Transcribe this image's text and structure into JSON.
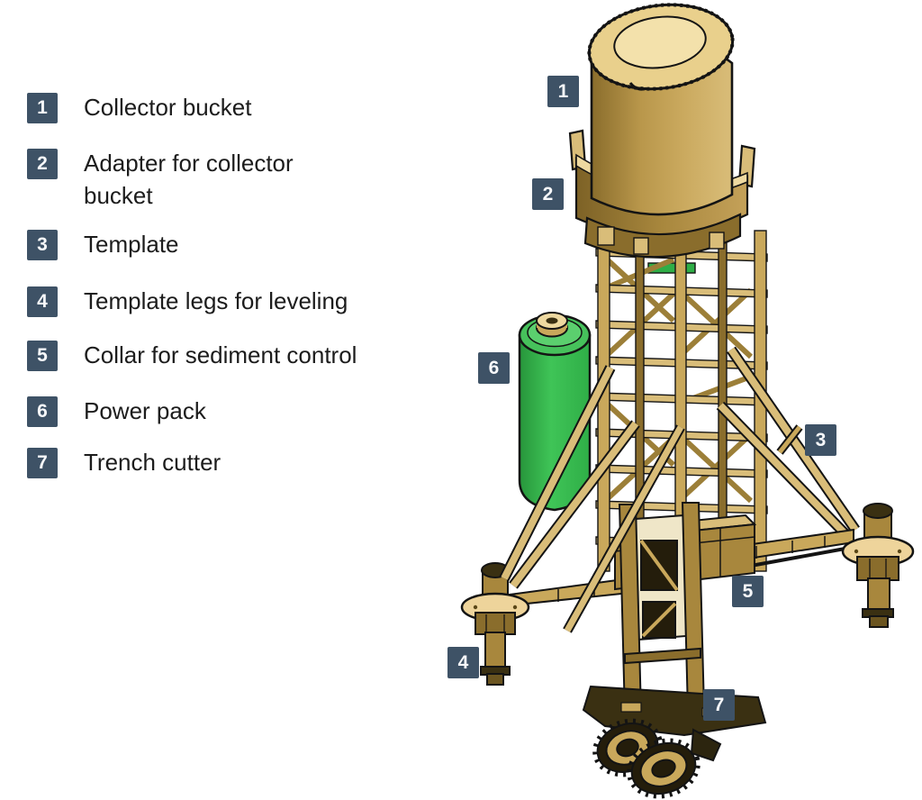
{
  "page": {
    "background": "#ffffff"
  },
  "colors": {
    "badge_bg": "#3e5266",
    "badge_text": "#f7f8fa",
    "legend_text": "#1c1c1c",
    "machine_tan": "#c9a85b",
    "machine_tan_light": "#eed9a0",
    "machine_tan_dark": "#8a6d2c",
    "power_pack_green": "#33b24a",
    "outline": "#141414"
  },
  "legend": {
    "items": [
      {
        "num": "1",
        "lines": [
          "Collector bucket"
        ]
      },
      {
        "num": "2",
        "lines": [
          "Adapter for collector",
          "bucket"
        ]
      },
      {
        "num": "3",
        "lines": [
          "Template"
        ]
      },
      {
        "num": "4",
        "lines": [
          "Template legs for leveling"
        ]
      },
      {
        "num": "5",
        "lines": [
          "Collar for sediment control"
        ]
      },
      {
        "num": "6",
        "lines": [
          "Power pack"
        ]
      },
      {
        "num": "7",
        "lines": [
          "Trench cutter"
        ]
      }
    ]
  },
  "diagram": {
    "badges": [
      {
        "num": "1",
        "label": "Collector bucket"
      },
      {
        "num": "2",
        "label": "Adapter for collector bucket"
      },
      {
        "num": "3",
        "label": "Template"
      },
      {
        "num": "4",
        "label": "Template legs for leveling"
      },
      {
        "num": "5",
        "label": "Collar for sediment control"
      },
      {
        "num": "6",
        "label": "Power pack"
      },
      {
        "num": "7",
        "label": "Trench cutter"
      }
    ]
  }
}
